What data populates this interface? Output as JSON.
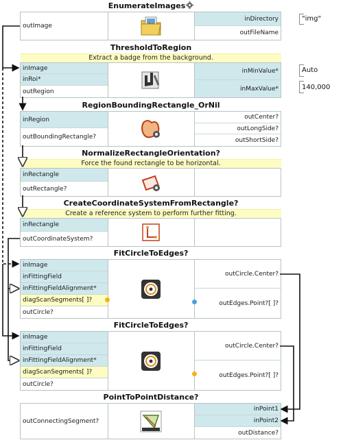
{
  "filters": [
    {
      "title": "EnumerateImages",
      "inputs": [],
      "outputs_left": [
        "outImage"
      ],
      "right": [
        "inDirectory",
        "outFileName"
      ],
      "param": "\"img\""
    },
    {
      "title": "ThresholdToRegion",
      "desc": "Extract a badge from the background.",
      "left": [
        "inImage",
        "inRoi*",
        "outRegion"
      ],
      "right": [
        "inMinValue*",
        "inMaxValue*"
      ],
      "params": [
        "Auto",
        "140,000"
      ]
    },
    {
      "title": "RegionBoundingRectangle_OrNil",
      "left": [
        "inRegion",
        "outBoundingRectangle?"
      ],
      "right": [
        "outCenter?",
        "outLongSide?",
        "outShortSide?"
      ]
    },
    {
      "title": "NormalizeRectangleOrientation?",
      "desc": "Force the found rectangle to be horizontal.",
      "left": [
        "inRectangle",
        "outRectangle?"
      ]
    },
    {
      "title": "CreateCoordinateSystemFromRectangle?",
      "desc": "Create a reference system to perform further fitting.",
      "left": [
        "inRectangle",
        "outCoordinateSystem?"
      ]
    },
    {
      "title": "FitCircleToEdges?",
      "left": [
        "inImage",
        "inFittingField",
        "inFittingFieldAlignment*",
        "diagScanSegments[ ]?",
        "outCircle?"
      ],
      "right": [
        "outCircle.Center?",
        "outEdges.Point?[ ]?"
      ]
    },
    {
      "title": "FitCircleToEdges?",
      "left": [
        "inImage",
        "inFittingField",
        "inFittingFieldAlignment*",
        "diagScanSegments[ ]?",
        "outCircle?"
      ],
      "right": [
        "outCircle.Center?",
        "outEdges.Point?[ ]?"
      ]
    },
    {
      "title": "PointToPointDistance?",
      "left": [
        "outConnectingSegment?"
      ],
      "right": [
        "inPoint1",
        "inPoint2",
        "outDistance?"
      ]
    }
  ],
  "colors": {
    "input_row": "#cfe8ec",
    "desc_bg": "#fdfcc2",
    "border": "#b7c2c4"
  },
  "icons": [
    "folder-image-icon",
    "threshold-icon",
    "region-bounding-icon",
    "normalize-rectangle-icon",
    "coordinate-system-icon",
    "fit-circle-icon",
    "fit-circle-icon",
    "geometry-icon"
  ]
}
